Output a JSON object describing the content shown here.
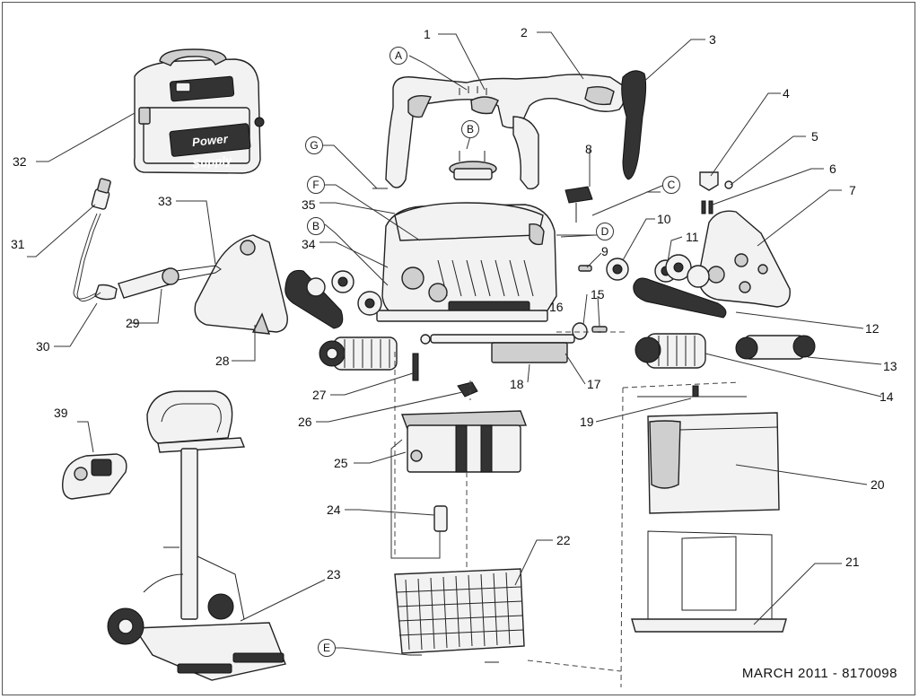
{
  "diagram": {
    "power_supply_label": "Power Supply",
    "footer": "MARCH 2011 -  8170098",
    "callouts": {
      "c1": "1",
      "c2": "2",
      "c3": "3",
      "c4": "4",
      "c5": "5",
      "c6": "6",
      "c7": "7",
      "c8": "8",
      "c9": "9",
      "c10": "10",
      "c11": "11",
      "c12": "12",
      "c13": "13",
      "c14": "14",
      "c15": "15",
      "c16": "16",
      "c17": "17",
      "c18": "18",
      "c19": "19",
      "c20": "20",
      "c21": "21",
      "c22": "22",
      "c23": "23",
      "c24": "24",
      "c25": "25",
      "c26": "26",
      "c27": "27",
      "c28": "28",
      "c29": "29",
      "c30": "30",
      "c31": "31",
      "c32": "32",
      "c33": "33",
      "c34": "34",
      "c35": "35",
      "c39": "39"
    },
    "letters": {
      "A": "A",
      "B1": "B",
      "B2": "B",
      "C": "C",
      "D": "D",
      "E": "E",
      "F": "F",
      "G": "G"
    }
  }
}
